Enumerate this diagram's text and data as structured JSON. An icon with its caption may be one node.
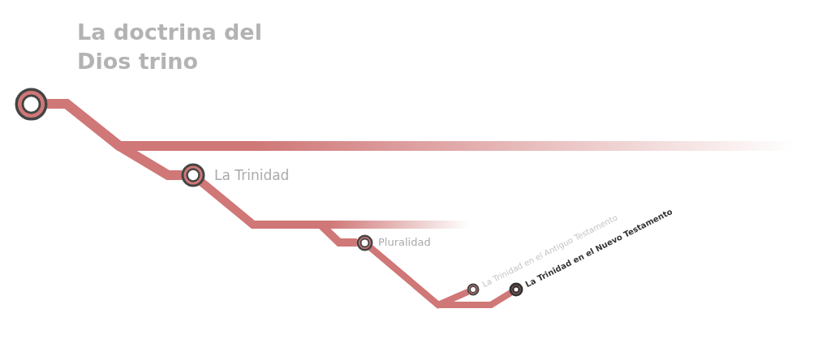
{
  "diagram": {
    "title": "La doctrina del Dios trino",
    "nodes": [
      {
        "text": [],
        "shape": "circle"
      },
      {
        "text": [
          "La Trinidad"
        ]
      },
      {
        "text": [
          "Pluralidad"
        ]
      },
      {
        "text": [
          "La Trinidad en el Antiguo Testamento"
        ]
      },
      {
        "text": [
          "La Trinidad en el Nuevo Testamento"
        ]
      }
    ],
    "edges": [
      {
        "from": 0,
        "to": 1,
        "arrow": "none"
      },
      {
        "from": 0,
        "to": null,
        "arrow": "none"
      },
      {
        "from": 1,
        "to": 2,
        "arrow": "none"
      },
      {
        "from": 1,
        "to": null,
        "arrow": "none"
      },
      {
        "from": 2,
        "to": 3,
        "arrow": "none"
      },
      {
        "from": 2,
        "to": 4,
        "arrow": "none"
      }
    ]
  }
}
